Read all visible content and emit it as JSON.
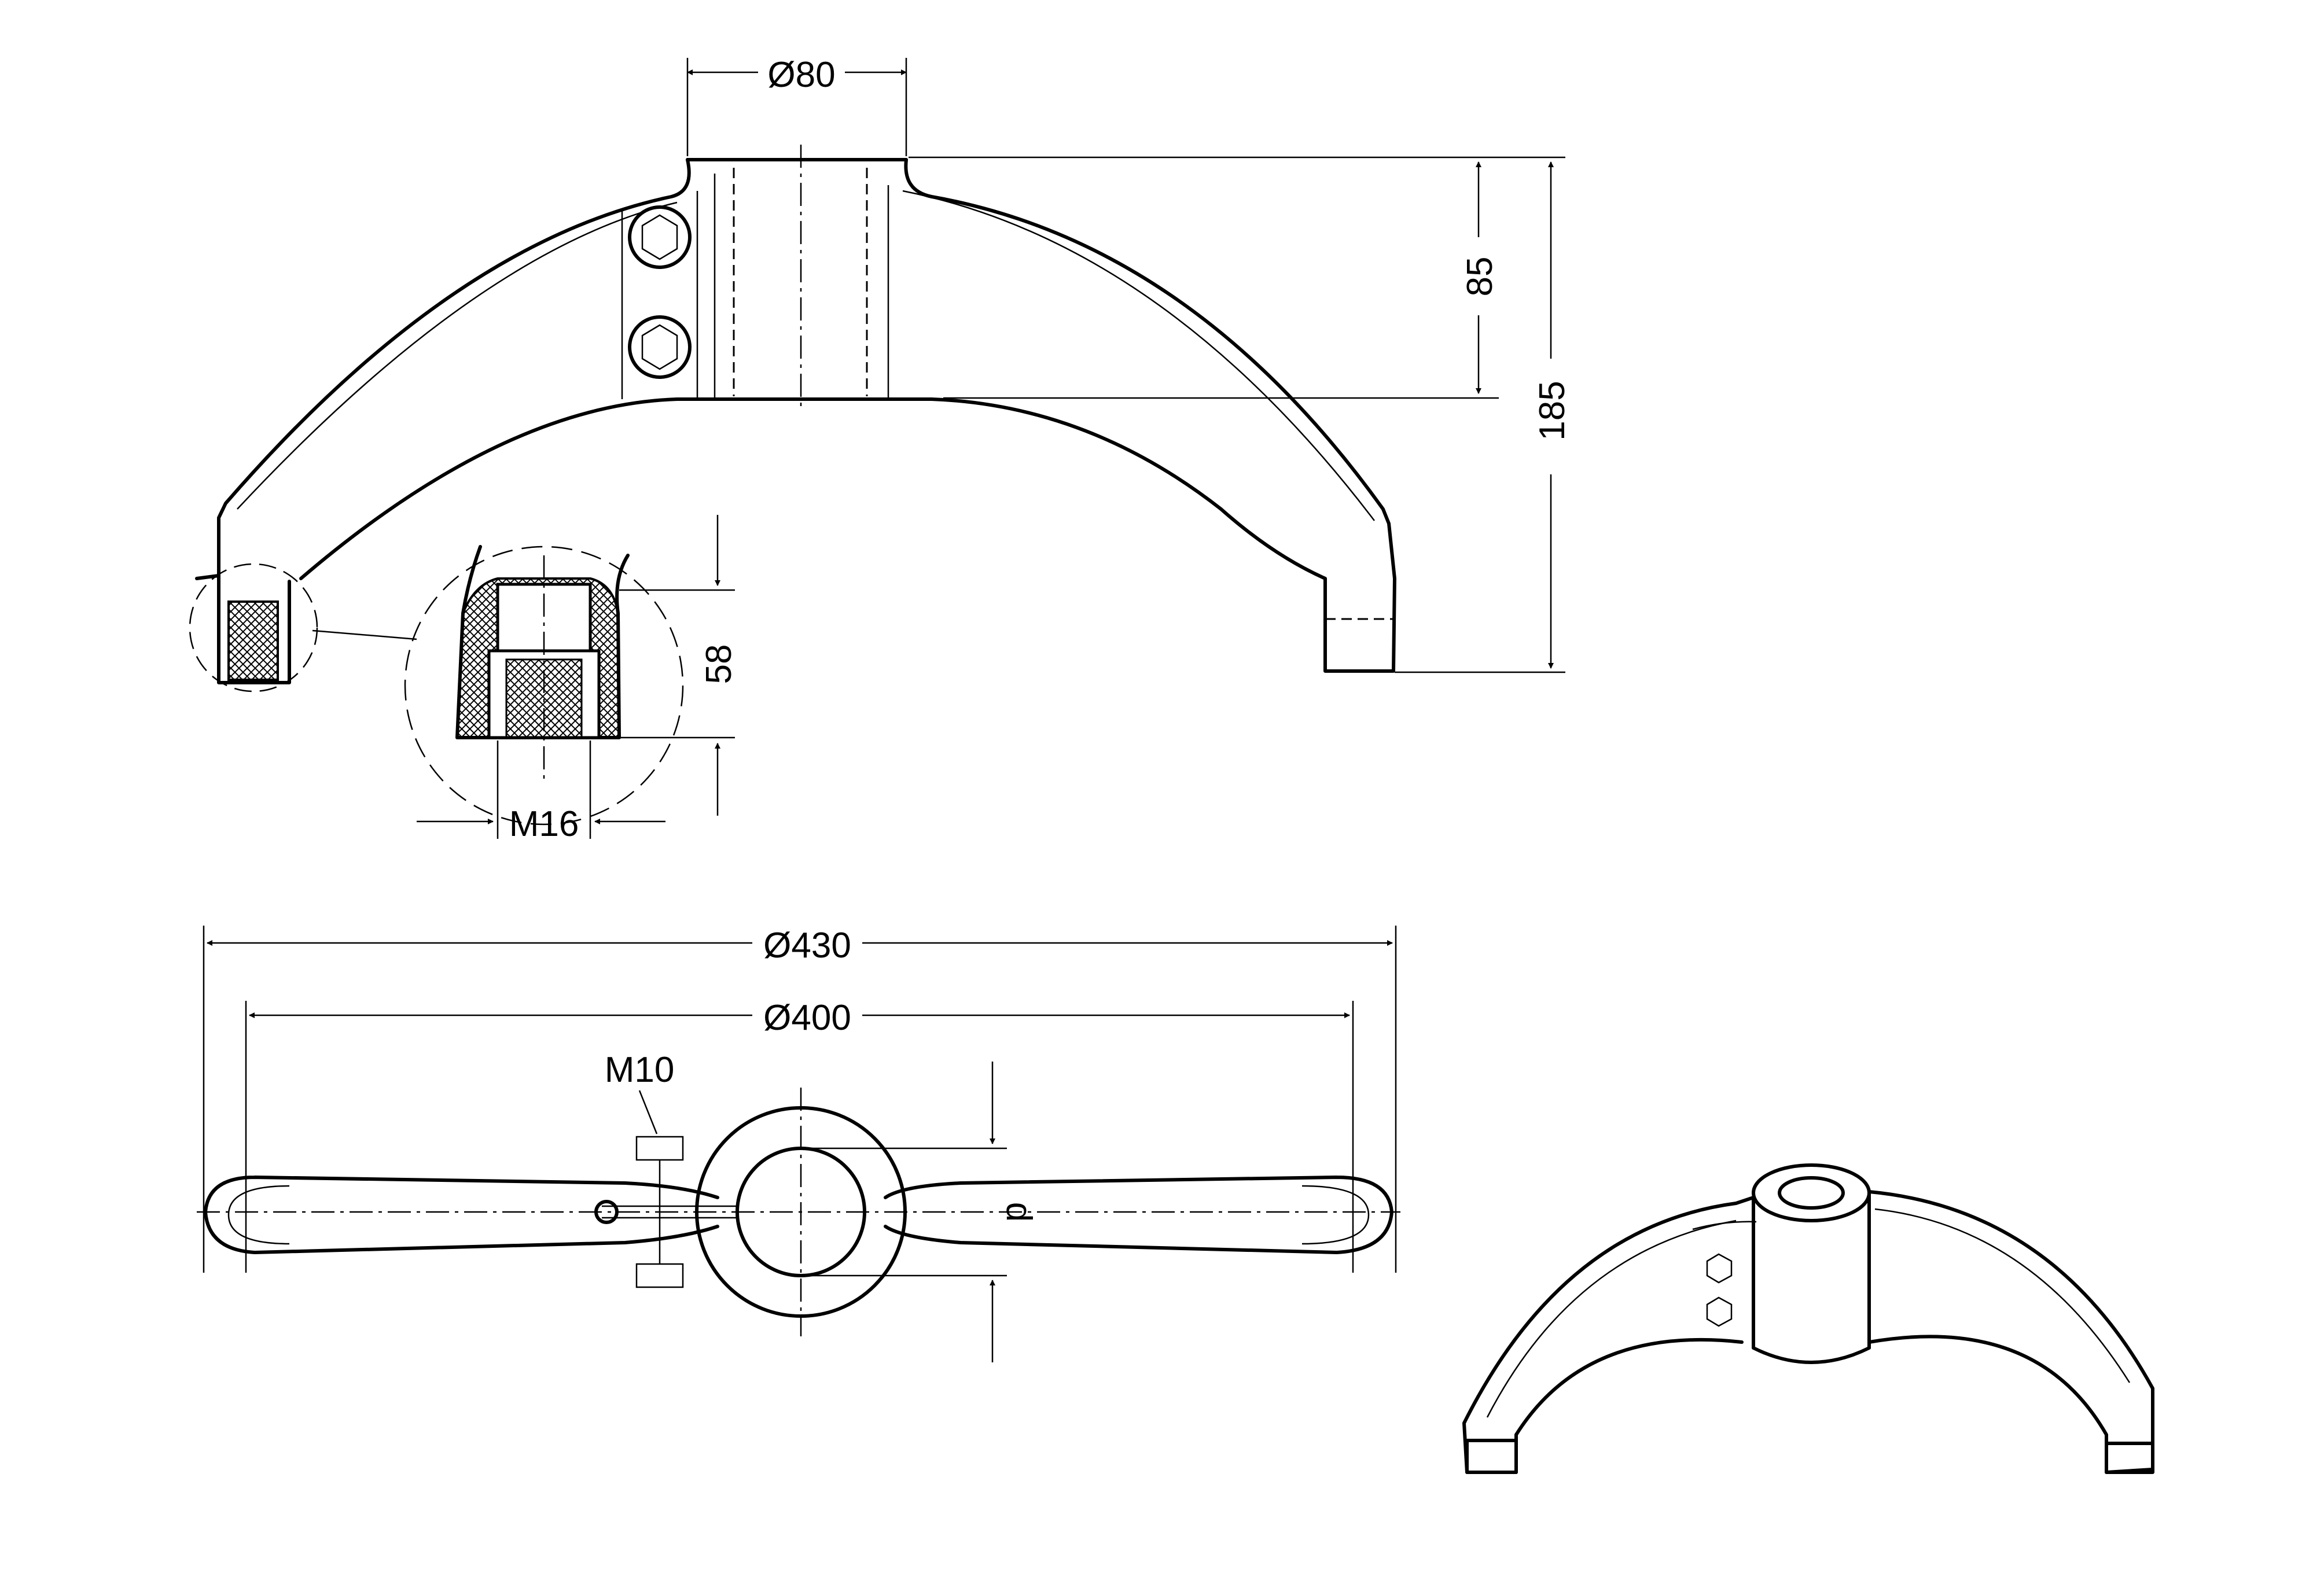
{
  "dimensions": {
    "top_bore_diameter": "Ø80",
    "hub_height": "85",
    "overall_height": "185",
    "foot_thread_depth": "58",
    "foot_thread": "M16",
    "outer_span_diameter": "Ø430",
    "foot_span_diameter": "Ø400",
    "clamp_screw": "M10",
    "bore_d": "d"
  }
}
